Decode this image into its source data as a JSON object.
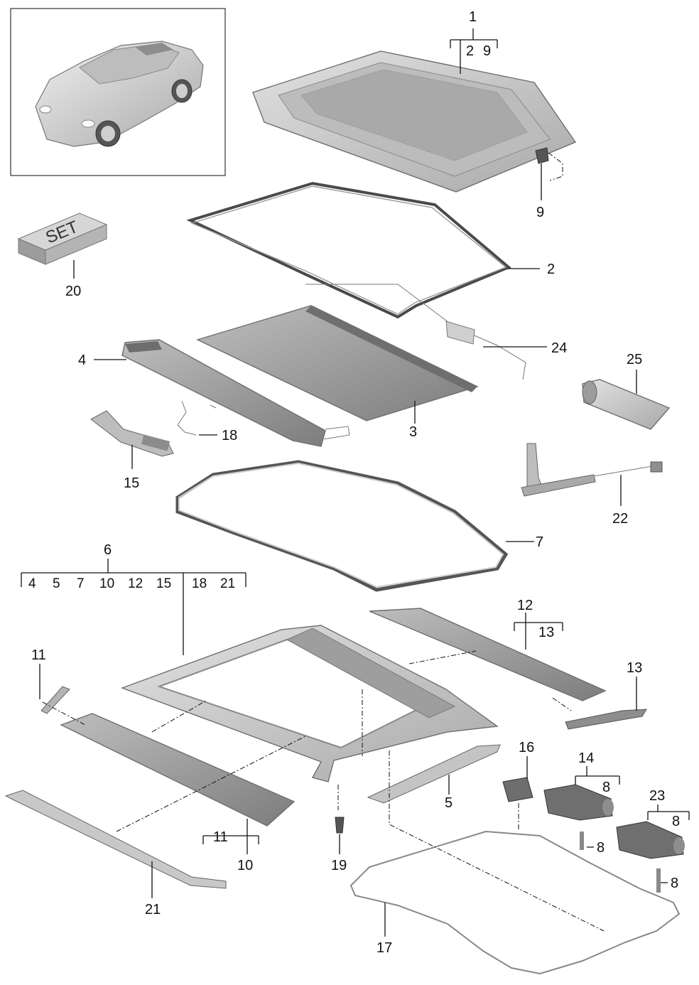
{
  "callouts": {
    "p1": "1",
    "p1_sub_a": "2",
    "p1_sub_b": "9",
    "p2": "2",
    "p3": "3",
    "p4": "4",
    "p5": "5",
    "p6": "6",
    "p6_subs": [
      "4",
      "5",
      "7",
      "10",
      "12",
      "15",
      "18",
      "21"
    ],
    "p7": "7",
    "p9": "9",
    "p10": "10",
    "p10_sub": "11",
    "p11": "11",
    "p12": "12",
    "p12_sub": "13",
    "p13": "13",
    "p14": "14",
    "p14_sub": "8",
    "p15": "15",
    "p16": "16",
    "p17": "17",
    "p18": "18",
    "p19": "19",
    "p20": "20",
    "p21": "21",
    "p22": "22",
    "p23": "23",
    "p23_sub": "8",
    "p24": "24",
    "p25": "25",
    "p8a": "8",
    "p8b": "8"
  },
  "set_box_text": "SET",
  "colors": {
    "part_fill": "#c9c9c9",
    "part_dark": "#8f8f8f",
    "line": "#111111",
    "frame": "#333333"
  }
}
